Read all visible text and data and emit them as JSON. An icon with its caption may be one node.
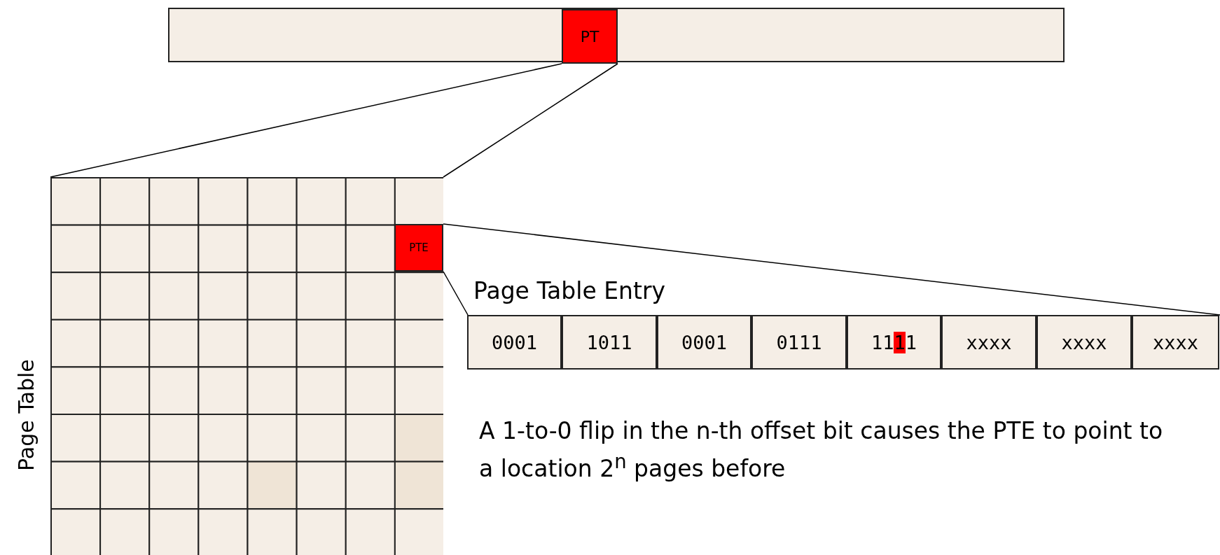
{
  "diagram": {
    "nodes": [
      {
        "text": [],
        "shape": "bar"
      },
      {
        "text": [
          "PT"
        ],
        "in": 0
      },
      {
        "text": [
          "Page Table"
        ]
      },
      {
        "text": [
          "PTE"
        ],
        "in": 2
      },
      {
        "text": [
          "Page Table Entry"
        ]
      },
      {
        "text": [
          "0001"
        ],
        "in": 4
      },
      {
        "text": [
          "1011"
        ],
        "in": 4
      },
      {
        "text": [
          "0001"
        ],
        "in": 4
      },
      {
        "text": [
          "0111"
        ],
        "in": 4
      },
      {
        "text": [
          "1111"
        ],
        "in": 4
      },
      {
        "text": [
          "xxxx"
        ],
        "in": 4
      },
      {
        "text": [
          "xxxx"
        ],
        "in": 4
      },
      {
        "text": [
          "xxxx"
        ],
        "in": 4
      }
    ],
    "edges": [
      {
        "from": 1,
        "to": 2,
        "arrow": "none"
      },
      {
        "from": 1,
        "to": 2,
        "arrow": "none"
      },
      {
        "from": 3,
        "to": 4,
        "arrow": "none"
      },
      {
        "from": 3,
        "to": 4,
        "arrow": "none"
      }
    ],
    "labels": [
      "A 1-to-0 flip in the n-th offset bit causes the PTE to point to a location 2$^{n}$ pages before"
    ]
  }
}
